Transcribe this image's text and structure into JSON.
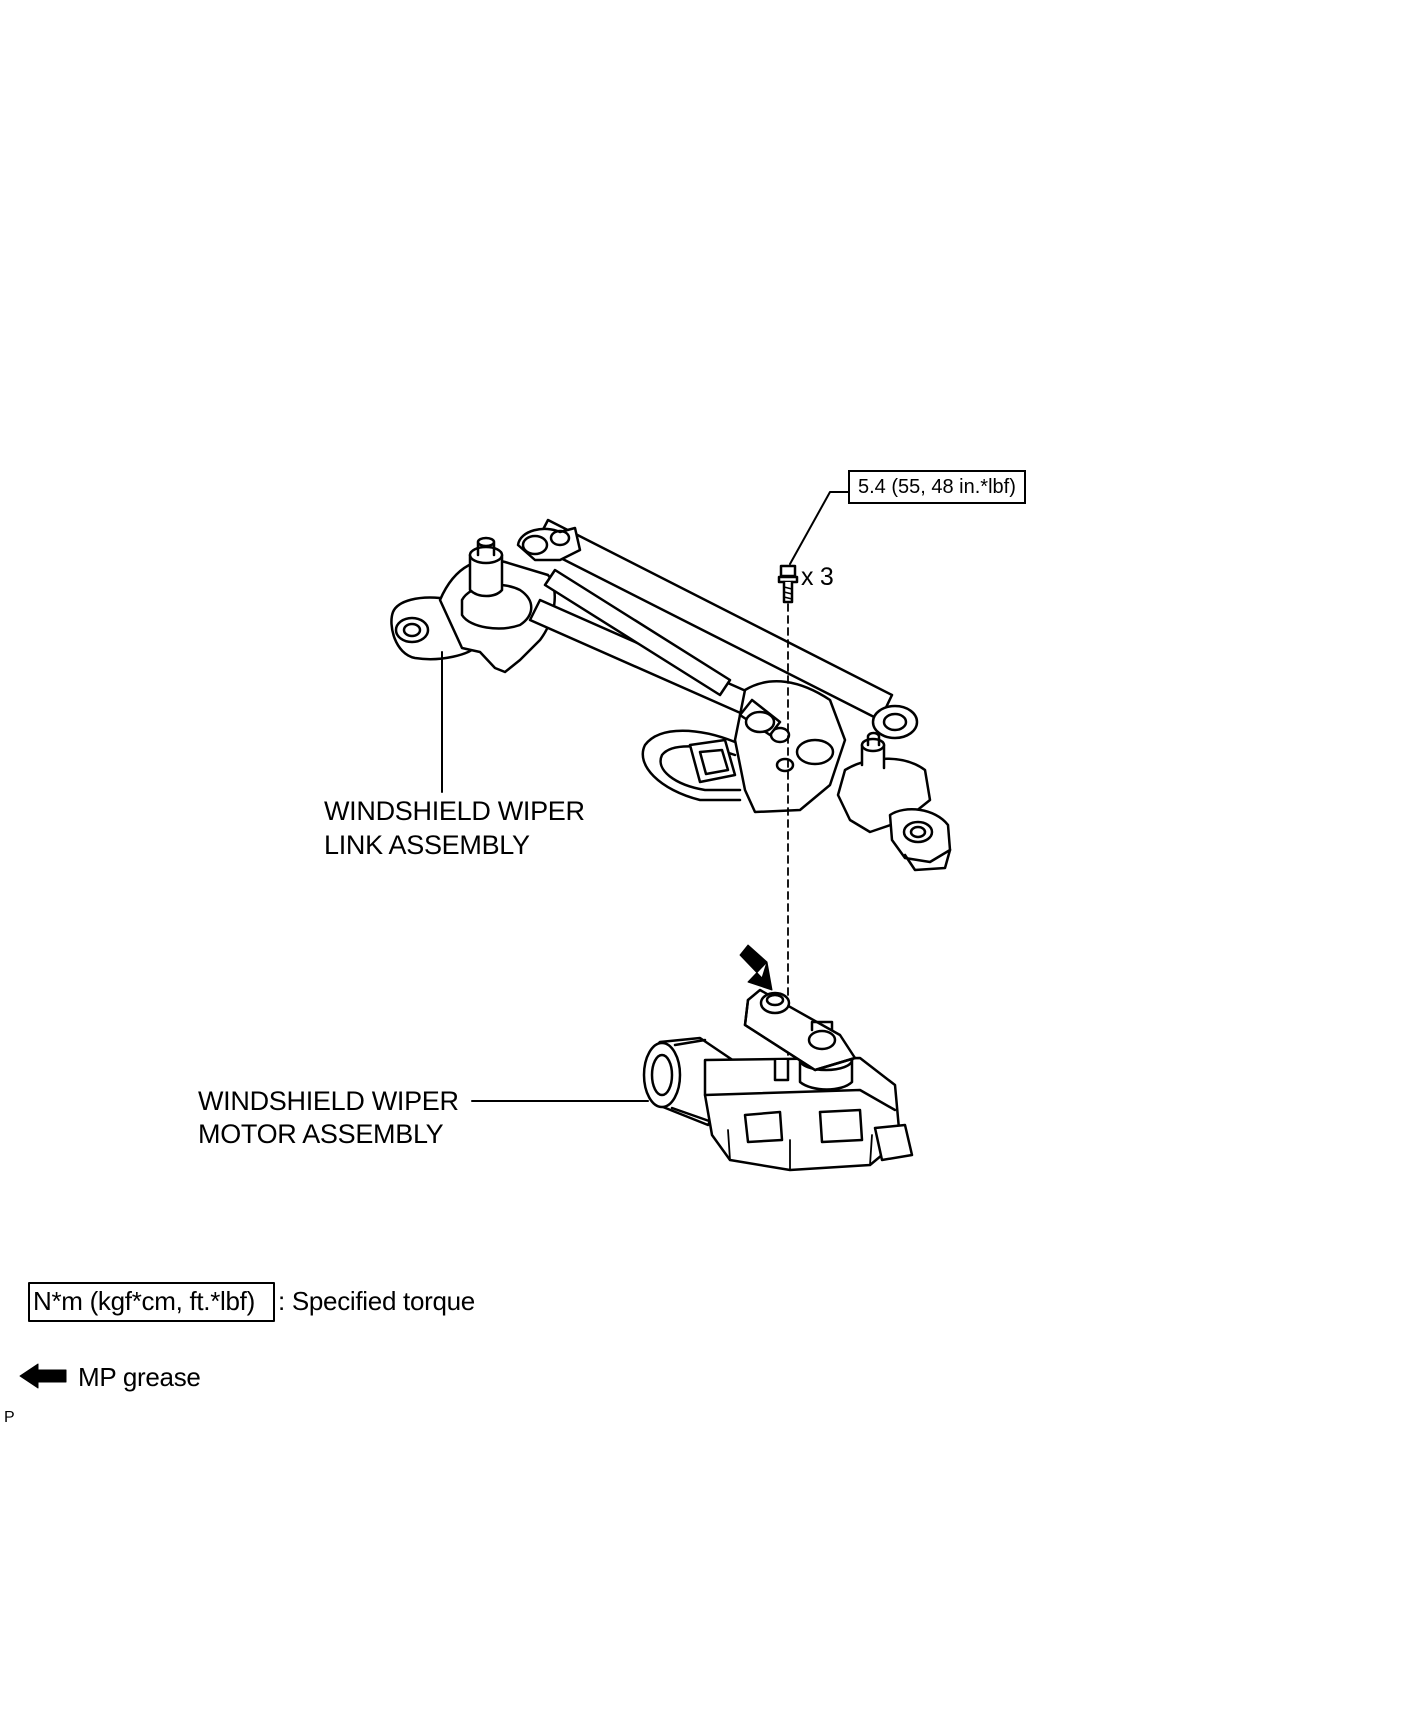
{
  "torque_callout": "5.4 (55, 48 in.*lbf)",
  "bolt_qty": "x 3",
  "labels": {
    "link_line1": "WINDSHIELD WIPER",
    "link_line2": "LINK ASSEMBLY",
    "motor_line1": "WINDSHIELD WIPER",
    "motor_line2": "MOTOR ASSEMBLY"
  },
  "legend": {
    "torque_box": "N*m (kgf*cm, ft.*lbf)",
    "torque_desc": ": Specified torque",
    "grease_desc": "MP grease"
  },
  "corner_mark": "P"
}
